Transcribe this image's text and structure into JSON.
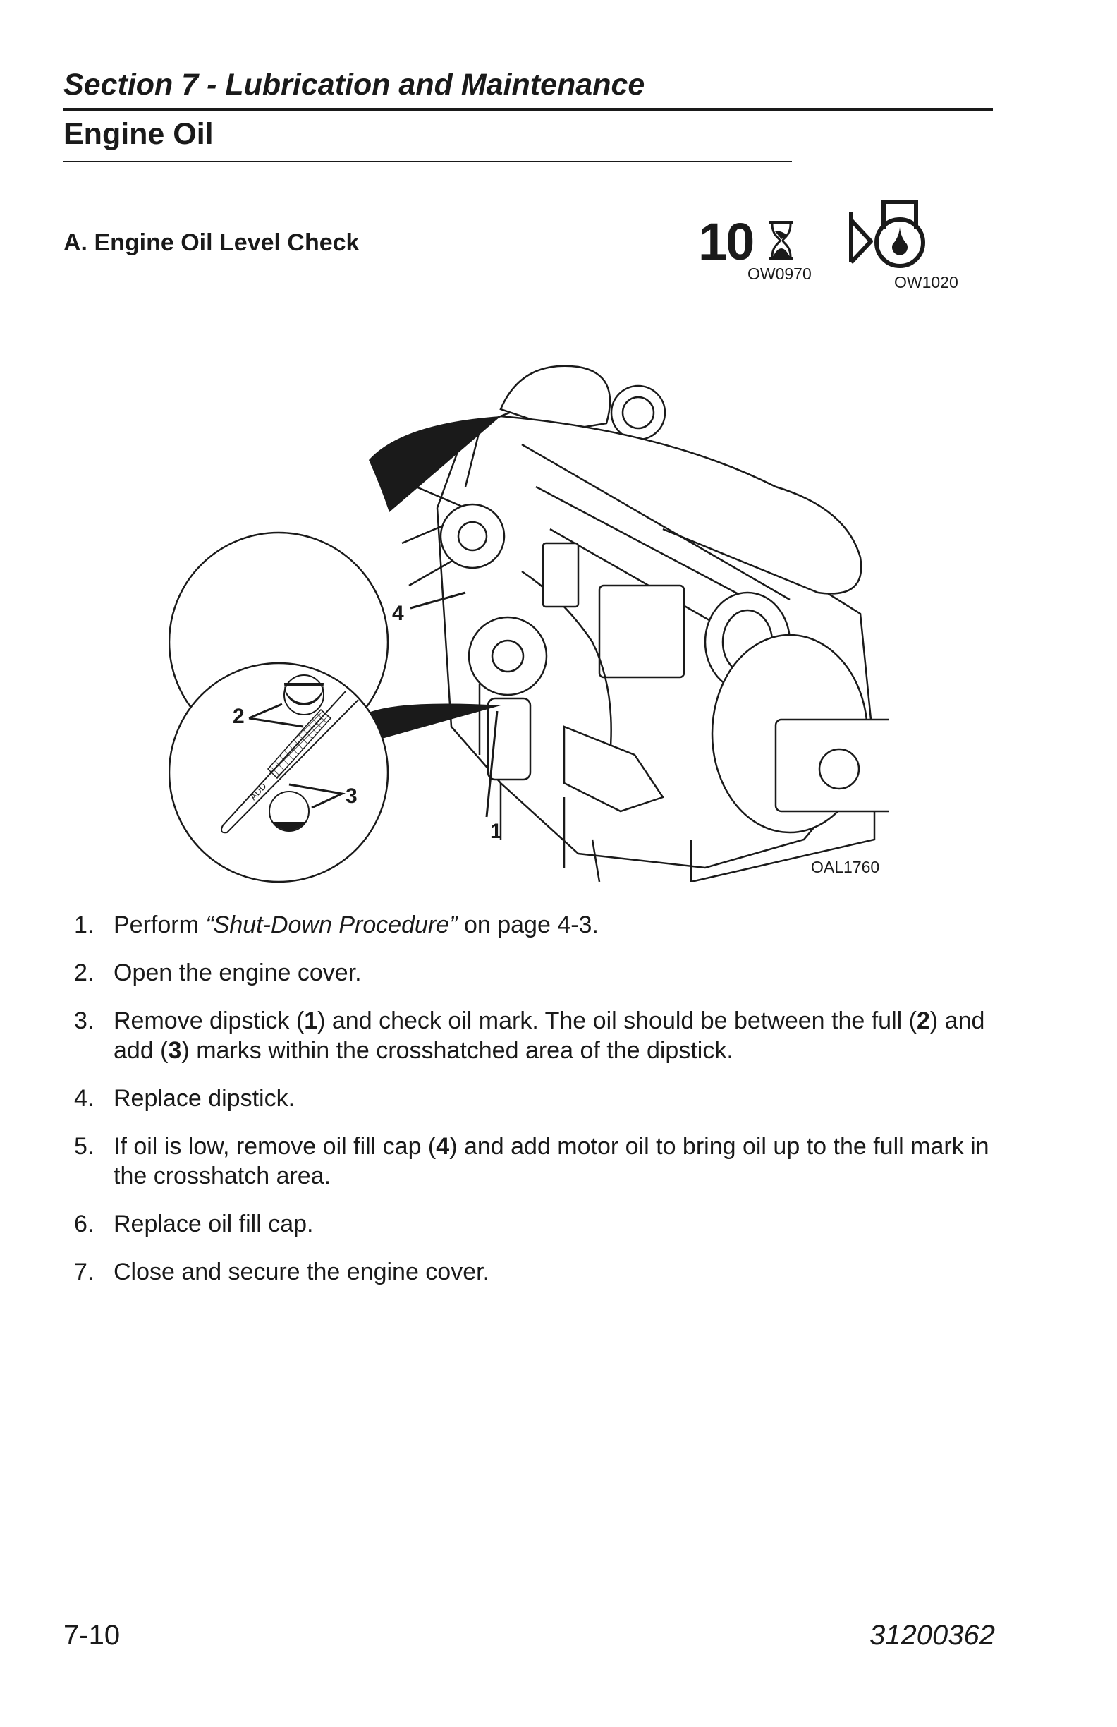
{
  "header": {
    "section_title": "Section 7 - Lubrication and Maintenance",
    "page_title": "Engine Oil"
  },
  "subsection": {
    "title": "A. Engine Oil Level Check"
  },
  "icons": {
    "interval": {
      "value": "10",
      "icon": "hourglass-icon",
      "code": "OW0970"
    },
    "engine_oil": {
      "icon": "engine-oil-drop-icon",
      "code": "OW1020"
    }
  },
  "figure": {
    "code": "OAL1760",
    "callouts": [
      "1",
      "2",
      "3",
      "4"
    ],
    "dipstick_text": "ADD"
  },
  "steps": [
    {
      "num": "1.",
      "pre": "Perform ",
      "ref": "“Shut-Down Procedure”",
      "post": " on page 4-3."
    },
    {
      "num": "2.",
      "text": "Open the engine cover."
    },
    {
      "num": "3.",
      "a": "Remove dipstick (",
      "b1": "1",
      "c": ") and check oil mark. The oil should be between the full (",
      "b2": "2",
      "d": ") and add (",
      "b3": "3",
      "e": ") marks within the crosshatched area of the dipstick."
    },
    {
      "num": "4.",
      "text": "Replace dipstick."
    },
    {
      "num": "5.",
      "a": "If oil is low, remove oil fill cap (",
      "b1": "4",
      "c": ") and add motor oil to bring oil up to the full mark in the crosshatch area."
    },
    {
      "num": "6.",
      "text": "Replace oil fill cap."
    },
    {
      "num": "7.",
      "text": "Close and secure the engine cover."
    }
  ],
  "footer": {
    "page_number": "7-10",
    "doc_number": "31200362"
  }
}
